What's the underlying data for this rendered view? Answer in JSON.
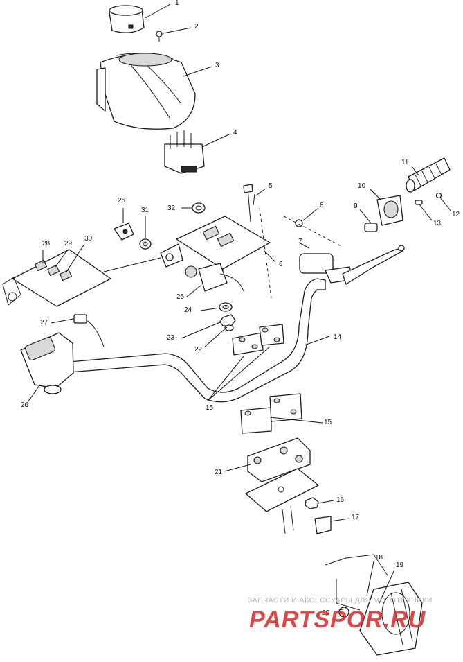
{
  "diagram": {
    "type": "exploded parts diagram",
    "part_numbers": [
      "1",
      "2",
      "3",
      "4",
      "5",
      "6",
      "7",
      "8",
      "9",
      "10",
      "11",
      "12",
      "13",
      "14",
      "15",
      "15",
      "16",
      "17",
      "18",
      "19",
      "20",
      "21",
      "22",
      "23",
      "24",
      "25",
      "25",
      "26",
      "27",
      "28",
      "29",
      "30",
      "31",
      "32"
    ]
  },
  "watermark": {
    "caption": "ЗАПЧАСТИ И АКСЕССУАРЫ ДЛЯ МОТОТЕХНИКИ",
    "brand": "PARTSPOR.RU",
    "color": "#d62828"
  },
  "colors": {
    "ink": "#1a1a1a",
    "paper": "#ffffff",
    "fill": "#d9d9d9"
  },
  "icons": [
    "headlight-pod",
    "handlebar",
    "throttle-control",
    "brake-master-cylinder",
    "hand-grip",
    "switch-housing",
    "handlebar-clamp",
    "bolt",
    "nut",
    "washer"
  ]
}
